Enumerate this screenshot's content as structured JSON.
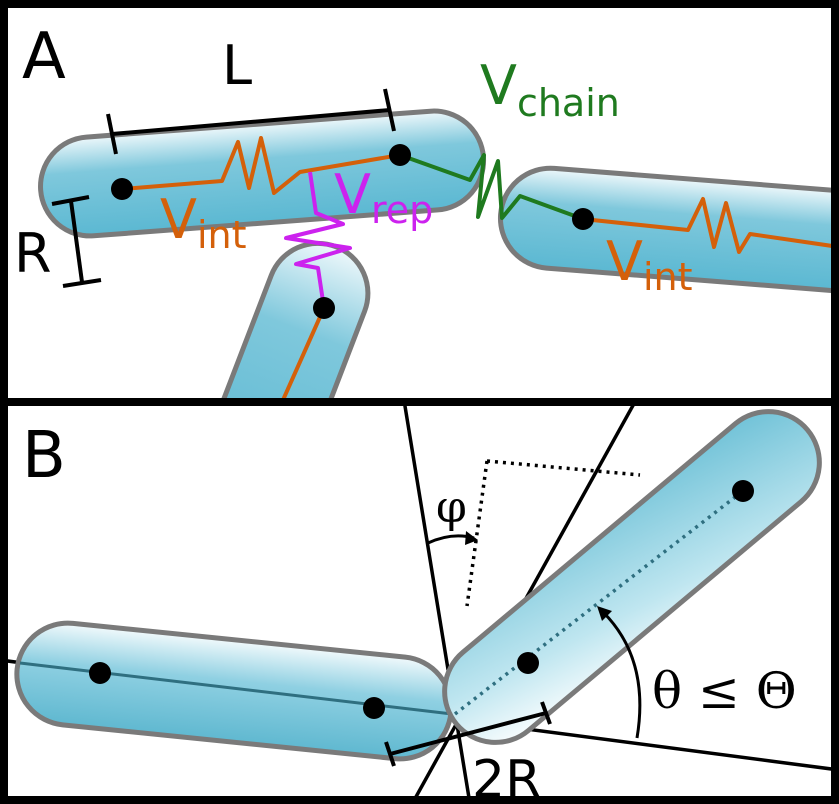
{
  "panel_a": {
    "label": "A",
    "length_label": "L",
    "radius_label": "R",
    "v_int_main": "V",
    "v_int_sub": "int",
    "v_rep_main": "V",
    "v_rep_sub": "rep",
    "v_chain_main": "V",
    "v_chain_sub": "chain"
  },
  "panel_b": {
    "label": "B",
    "phi_label": "φ",
    "theta_label": "θ ≤ Θ",
    "two_r_label": "2R"
  },
  "colors": {
    "background": "#000000",
    "panel": "#ffffff",
    "capsule_fill": "#5bb8d2",
    "capsule_stroke": "#7a7a7a",
    "interaction_spring": "#d4600a",
    "repulsion_spring": "#cc22ee",
    "chain_spring": "#1f7a1f"
  }
}
